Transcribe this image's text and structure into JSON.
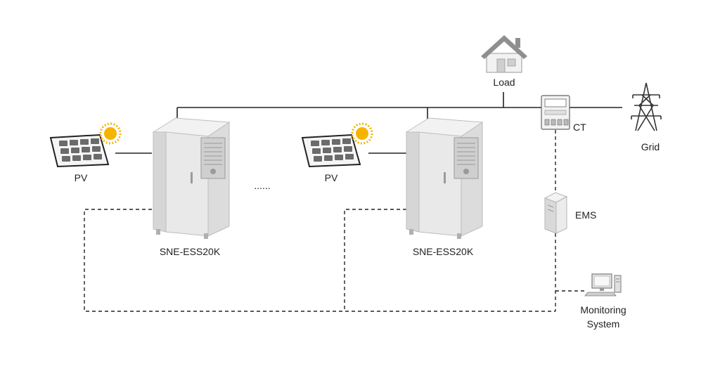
{
  "labels": {
    "load": "Load",
    "ct": "CT",
    "grid": "Grid",
    "pv_1": "PV",
    "pv_2": "PV",
    "ess_1": "SNE-ESS20K",
    "ess_2": "SNE-ESS20K",
    "ellipsis": "......",
    "ems": "EMS",
    "monitoring_line1": "Monitoring",
    "monitoring_line2": "System"
  },
  "colors": {
    "line": "#222222",
    "cabinet": "#e9e9e9",
    "cabinet_shade": "#d6d6d6",
    "panel_cell": "#6b6b6b",
    "sun": "#f5b400"
  }
}
